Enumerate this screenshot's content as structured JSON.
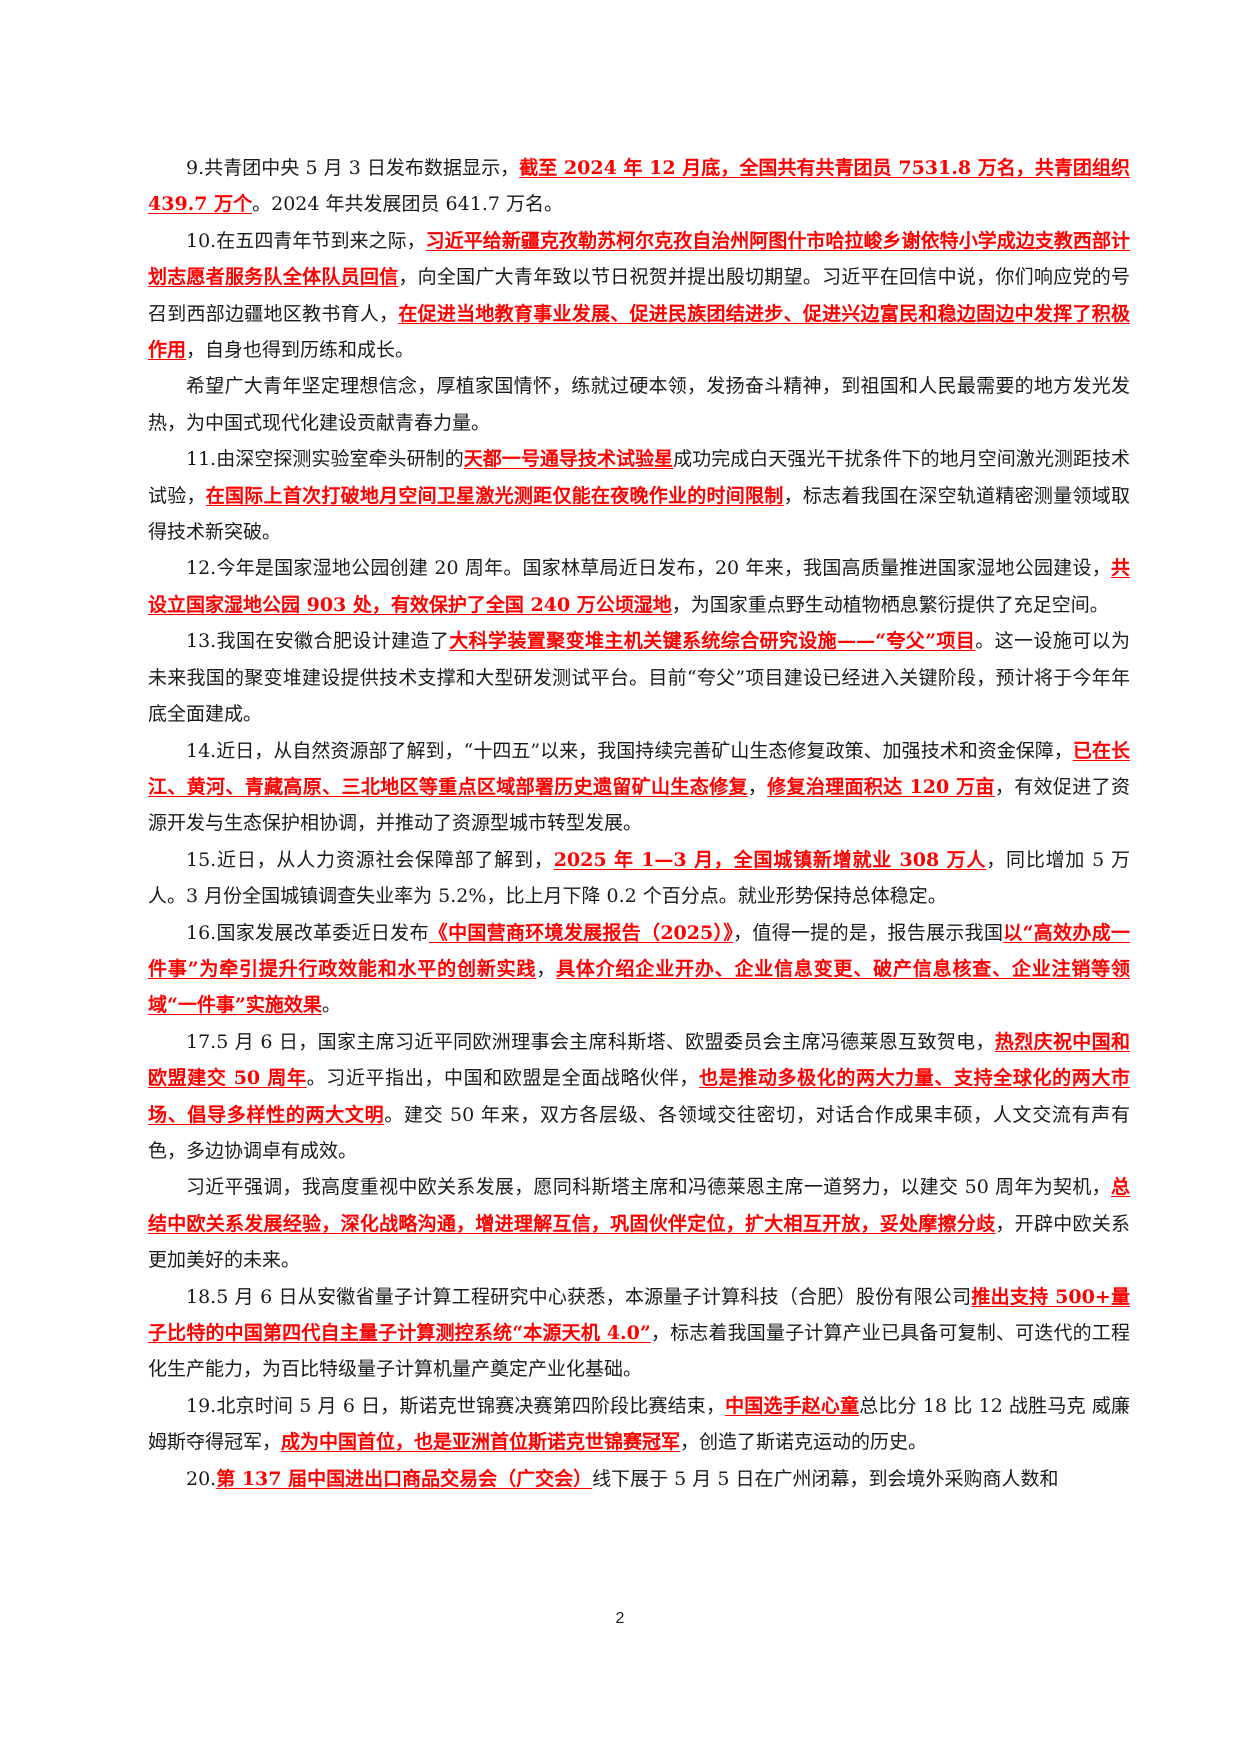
{
  "colors": {
    "highlight": "#ff0000",
    "text": "#1a1a1a",
    "background": "#ffffff"
  },
  "paragraphs": [
    [
      {
        "t": "9.共青团中央 5 月 3 日发布数据显示，"
      },
      {
        "t": "截至 2024 年 12 月底，全国共有共青团员 7531.8 万名，共青团组织 439.7 万个",
        "h": true
      },
      {
        "t": "。2024 年共发展团员 641.7 万名。"
      }
    ],
    [
      {
        "t": "10.在五四青年节到来之际，"
      },
      {
        "t": "习近平给新疆克孜勒苏柯尔克孜自治州阿图什市哈拉峻乡谢依特小学成边支教西部计划志愿者服务队全体队员回信",
        "h": true
      },
      {
        "t": "，向全国广大青年致以节日祝贺并提出殷切期望。习近平在回信中说，你们响应党的号召到西部边疆地区教书育人，"
      },
      {
        "t": "在促进当地教育事业发展、促进民族团结进步、促进兴边富民和稳边固边中发挥了积极作用",
        "h": true
      },
      {
        "t": "，自身也得到历练和成长。"
      }
    ],
    [
      {
        "t": "希望广大青年坚定理想信念，厚植家国情怀，练就过硬本领，发扬奋斗精神，到祖国和人民最需要的地方发光发热，为中国式现代化建设贡献青春力量。"
      }
    ],
    [
      {
        "t": "11.由深空探测实验室牵头研制的"
      },
      {
        "t": "天都一号通导技术试验星",
        "h": true
      },
      {
        "t": "成功完成白天强光干扰条件下的地月空间激光测距技术试验，"
      },
      {
        "t": "在国际上首次打破地月空间卫星激光测距仅能在夜晚作业的时间限制",
        "h": true
      },
      {
        "t": "，标志着我国在深空轨道精密测量领域取得技术新突破。"
      }
    ],
    [
      {
        "t": "12.今年是国家湿地公园创建 20 周年。国家林草局近日发布，20 年来，我国高质量推进国家湿地公园建设，"
      },
      {
        "t": "共设立国家湿地公园 903 处，有效保护了全国 240 万公顷湿地",
        "h": true
      },
      {
        "t": "，为国家重点野生动植物栖息繁衍提供了充足空间。"
      }
    ],
    [
      {
        "t": "13.我国在安徽合肥设计建造了"
      },
      {
        "t": "大科学装置聚变堆主机关键系统综合研究设施——“夸父”项目",
        "h": true
      },
      {
        "t": "。这一设施可以为未来我国的聚变堆建设提供技术支撑和大型研发测试平台。目前“夸父”项目建设已经进入关键阶段，预计将于今年年底全面建成。"
      }
    ],
    [
      {
        "t": "14.近日，从自然资源部了解到，“十四五”以来，我国持续完善矿山生态修复政策、加强技术和资金保障，"
      },
      {
        "t": "已在长江、黄河、青藏高原、三北地区等重点区域部署历史遗留矿山生态修复",
        "h": true
      },
      {
        "t": "，"
      },
      {
        "t": "修复治理面积达 120 万亩",
        "h": true
      },
      {
        "t": "，有效促进了资源开发与生态保护相协调，并推动了资源型城市转型发展。"
      }
    ],
    [
      {
        "t": "15.近日，从人力资源社会保障部了解到，"
      },
      {
        "t": "2025 年 1—3 月，全国城镇新增就业 308 万人",
        "h": true
      },
      {
        "t": "，同比增加 5 万人。3 月份全国城镇调查失业率为 5.2%，比上月下降 0.2 个百分点。就业形势保持总体稳定。"
      }
    ],
    [
      {
        "t": "16.国家发展改革委近日发布"
      },
      {
        "t": "《中国营商环境发展报告（2025）》",
        "h": true
      },
      {
        "t": "，值得一提的是，报告展示我国"
      },
      {
        "t": "以“高效办成一件事”为牵引提升行政效能和水平的创新实践",
        "h": true
      },
      {
        "t": "，"
      },
      {
        "t": "具体介绍企业开办、企业信息变更、破产信息核查、企业注销等领域“一件事”实施效果",
        "h": true
      },
      {
        "t": "。"
      }
    ],
    [
      {
        "t": "17.5 月 6 日，国家主席习近平同欧洲理事会主席科斯塔、欧盟委员会主席冯德莱恩互致贺电，"
      },
      {
        "t": "热烈庆祝中国和欧盟建交 50 周年",
        "h": true
      },
      {
        "t": "。习近平指出，中国和欧盟是全面战略伙伴，"
      },
      {
        "t": "也是推动多极化的两大力量、支持全球化的两大市场、倡导多样性的两大文明",
        "h": true
      },
      {
        "t": "。建交 50 年来，双方各层级、各领域交往密切，对话合作成果丰硕，人文交流有声有色，多边协调卓有成效。"
      }
    ],
    [
      {
        "t": "习近平强调，我高度重视中欧关系发展，愿同科斯塔主席和冯德莱恩主席一道努力，以建交 50 周年为契机，"
      },
      {
        "t": "总结中欧关系发展经验，深化战略沟通，增进理解互信，巩固伙伴定位，扩大相互开放，妥处摩擦分歧",
        "h": true
      },
      {
        "t": "，开辟中欧关系更加美好的未来。"
      }
    ],
    [
      {
        "t": "18.5 月 6 日从安徽省量子计算工程研究中心获悉，本源量子计算科技（合肥）股份有限公司"
      },
      {
        "t": "推出支持 500+量子比特的中国第四代自主量子计算测控系统“本源天机 4.0”",
        "h": true
      },
      {
        "t": "，标志着我国量子计算产业已具备可复制、可迭代的工程化生产能力，为百比特级量子计算机量产奠定产业化基础。"
      }
    ],
    [
      {
        "t": "19.北京时间 5 月 6 日，斯诺克世锦赛决赛第四阶段比赛结束，"
      },
      {
        "t": "中国选手赵心童",
        "h": true
      },
      {
        "t": "总比分 18 比 12 战胜马克 威廉姆斯夺得冠军，"
      },
      {
        "t": "成为中国首位，也是亚洲首位斯诺克世锦赛冠军",
        "h": true
      },
      {
        "t": "，创造了斯诺克运动的历史。"
      }
    ],
    [
      {
        "t": "20."
      },
      {
        "t": "第 137 届中国进出口商品交易会（广交会）",
        "h": true
      },
      {
        "t": "线下展于 5 月 5 日在广州闭幕，到会境外采购商人数和"
      }
    ]
  ],
  "footer": {
    "page_number": "2"
  }
}
